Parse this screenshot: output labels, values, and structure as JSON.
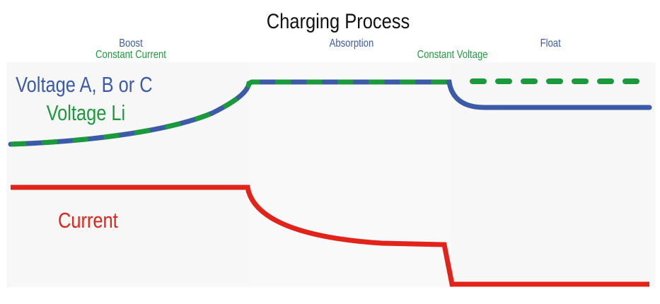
{
  "title": "Charging Process",
  "phases": {
    "boost": "Boost",
    "constant_current": "Constant Current",
    "absorption": "Absorption",
    "constant_voltage": "Constant Voltage",
    "float": "Float"
  },
  "labels": {
    "voltage_abc": "Voltage A, B or C",
    "voltage_li": "Voltage Li",
    "current": "Current"
  },
  "colors": {
    "voltage_abc": "#3b5ba8",
    "voltage_li": "#1b9a3c",
    "current": "#e2231a",
    "panel": "#f7f7f7"
  }
}
